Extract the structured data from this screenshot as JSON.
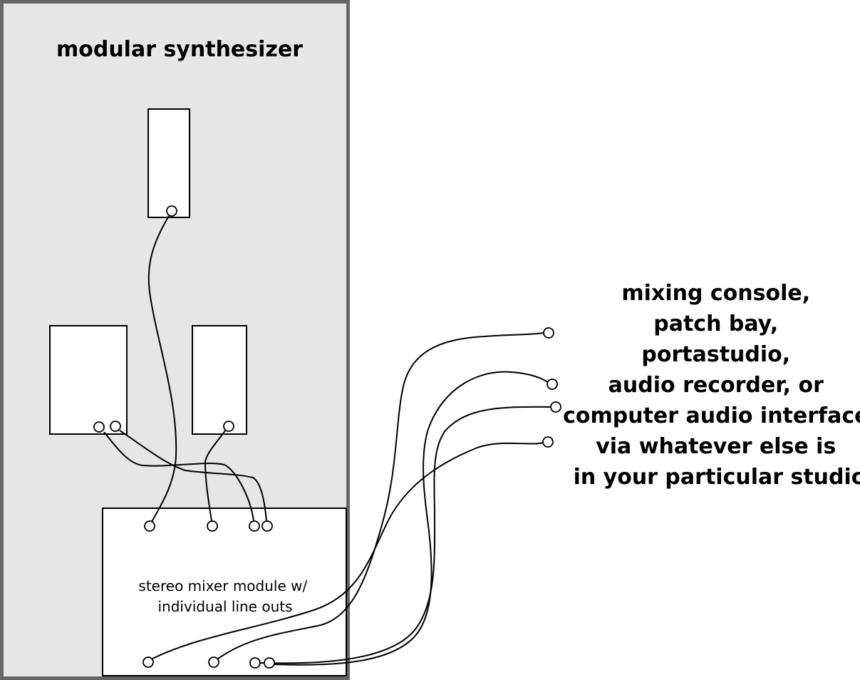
{
  "diagram": {
    "synth_title": "modular synthesizer",
    "mixer_label": [
      "stereo mixer module w/",
      "individual line outs"
    ],
    "destination_label": [
      "mixing console,",
      "patch bay,",
      "portastudio,",
      "audio recorder, or",
      "computer audio interface",
      "via whatever else is",
      "in your particular studio"
    ]
  },
  "colors": {
    "case_fill": "#e6e6e6",
    "case_border": "#666666",
    "line": "#000000"
  }
}
